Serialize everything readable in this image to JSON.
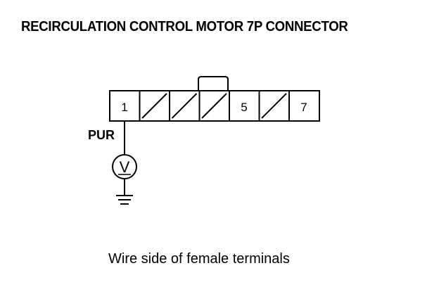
{
  "title": "RECIRCULATION CONTROL MOTOR 7P CONNECTOR",
  "connector": {
    "pin_count": 7,
    "pins": [
      {
        "label": "1",
        "used": true
      },
      {
        "label": "",
        "used": false
      },
      {
        "label": "",
        "used": false
      },
      {
        "label": "",
        "used": false
      },
      {
        "label": "5",
        "used": true
      },
      {
        "label": "",
        "used": false
      },
      {
        "label": "7",
        "used": true
      }
    ]
  },
  "wire": {
    "color_label": "PUR",
    "pin": "1"
  },
  "meter": {
    "symbol": "V",
    "type": "voltmeter"
  },
  "ground": {
    "type": "ground-symbol"
  },
  "caption": "Wire side of female terminals"
}
